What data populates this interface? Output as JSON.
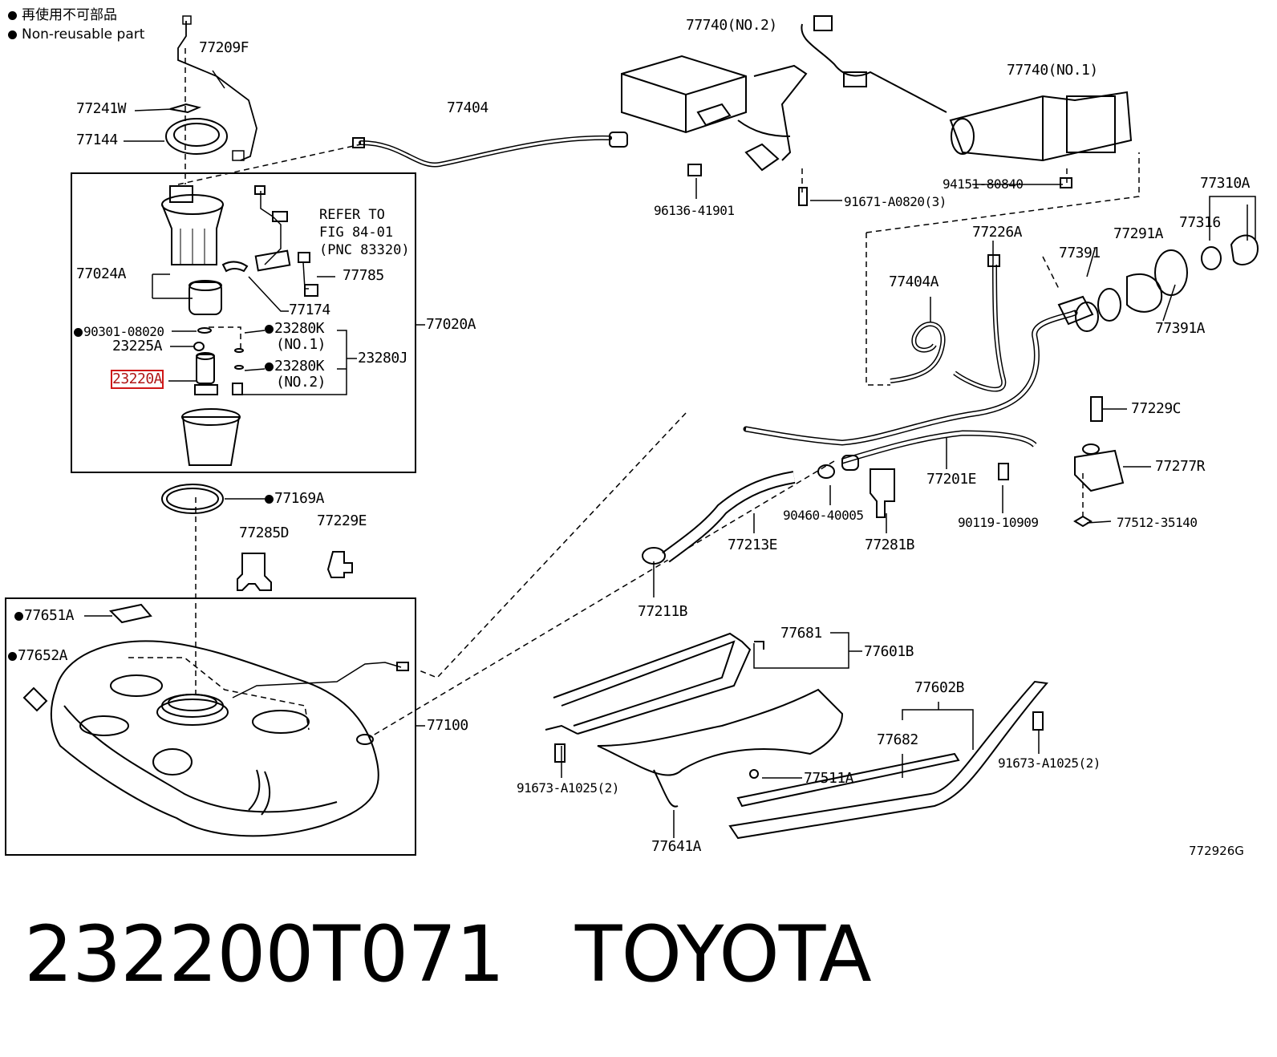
{
  "legend": {
    "line1": "再使用不可部品",
    "line2": "Non-reusable part"
  },
  "refer_note": {
    "line1": "REFER TO",
    "line2": "FIG 84-01",
    "line3": "(PNC 83320)"
  },
  "labels": {
    "p77209F": "77209F",
    "p77241W": "77241W",
    "p77144": "77144",
    "p77404": "77404",
    "p77740_no2": "77740(NO.2)",
    "p77740_no1": "77740(NO.1)",
    "p94151": "94151-80840",
    "p96136": "96136-41901",
    "p91671": "91671-A0820(3)",
    "p77310A": "77310A",
    "p77316": "77316",
    "p77291A": "77291A",
    "p77391": "77391",
    "p77391A": "77391A",
    "p77226A": "77226A",
    "p77404A": "77404A",
    "p77024A": "77024A",
    "p77785": "77785",
    "p77174": "77174",
    "p90301": "90301-08020",
    "p23225A": "23225A",
    "p23220A": "23220A",
    "p23280K1": "23280K",
    "p23280K1_sub": "(NO.1)",
    "p23280K2": "23280K",
    "p23280K2_sub": "(NO.2)",
    "p23280J": "23280J",
    "p77020A": "77020A",
    "p77169A": "77169A",
    "p77285D": "77285D",
    "p77229E": "77229E",
    "p77651A": "77651A",
    "p77652A": "77652A",
    "p77100": "77100",
    "p77229C": "77229C",
    "p77277R": "77277R",
    "p77201E": "77201E",
    "p90460": "90460-40005",
    "p90119": "90119-10909",
    "p77512": "77512-35140",
    "p77213E": "77213E",
    "p77281B": "77281B",
    "p77211B": "77211B",
    "p77681": "77681",
    "p77601B": "77601B",
    "p77602B": "77602B",
    "p77682": "77682",
    "p91673a": "91673-A1025(2)",
    "p91673b": "91673-A1025(2)",
    "p77511A": "77511A",
    "p77641A": "77641A"
  },
  "figure_code": "772926G",
  "caption": {
    "part_number": "232200T071",
    "brand": "TOYOTA"
  },
  "colors": {
    "highlight": "#d01818",
    "line": "#000000"
  }
}
